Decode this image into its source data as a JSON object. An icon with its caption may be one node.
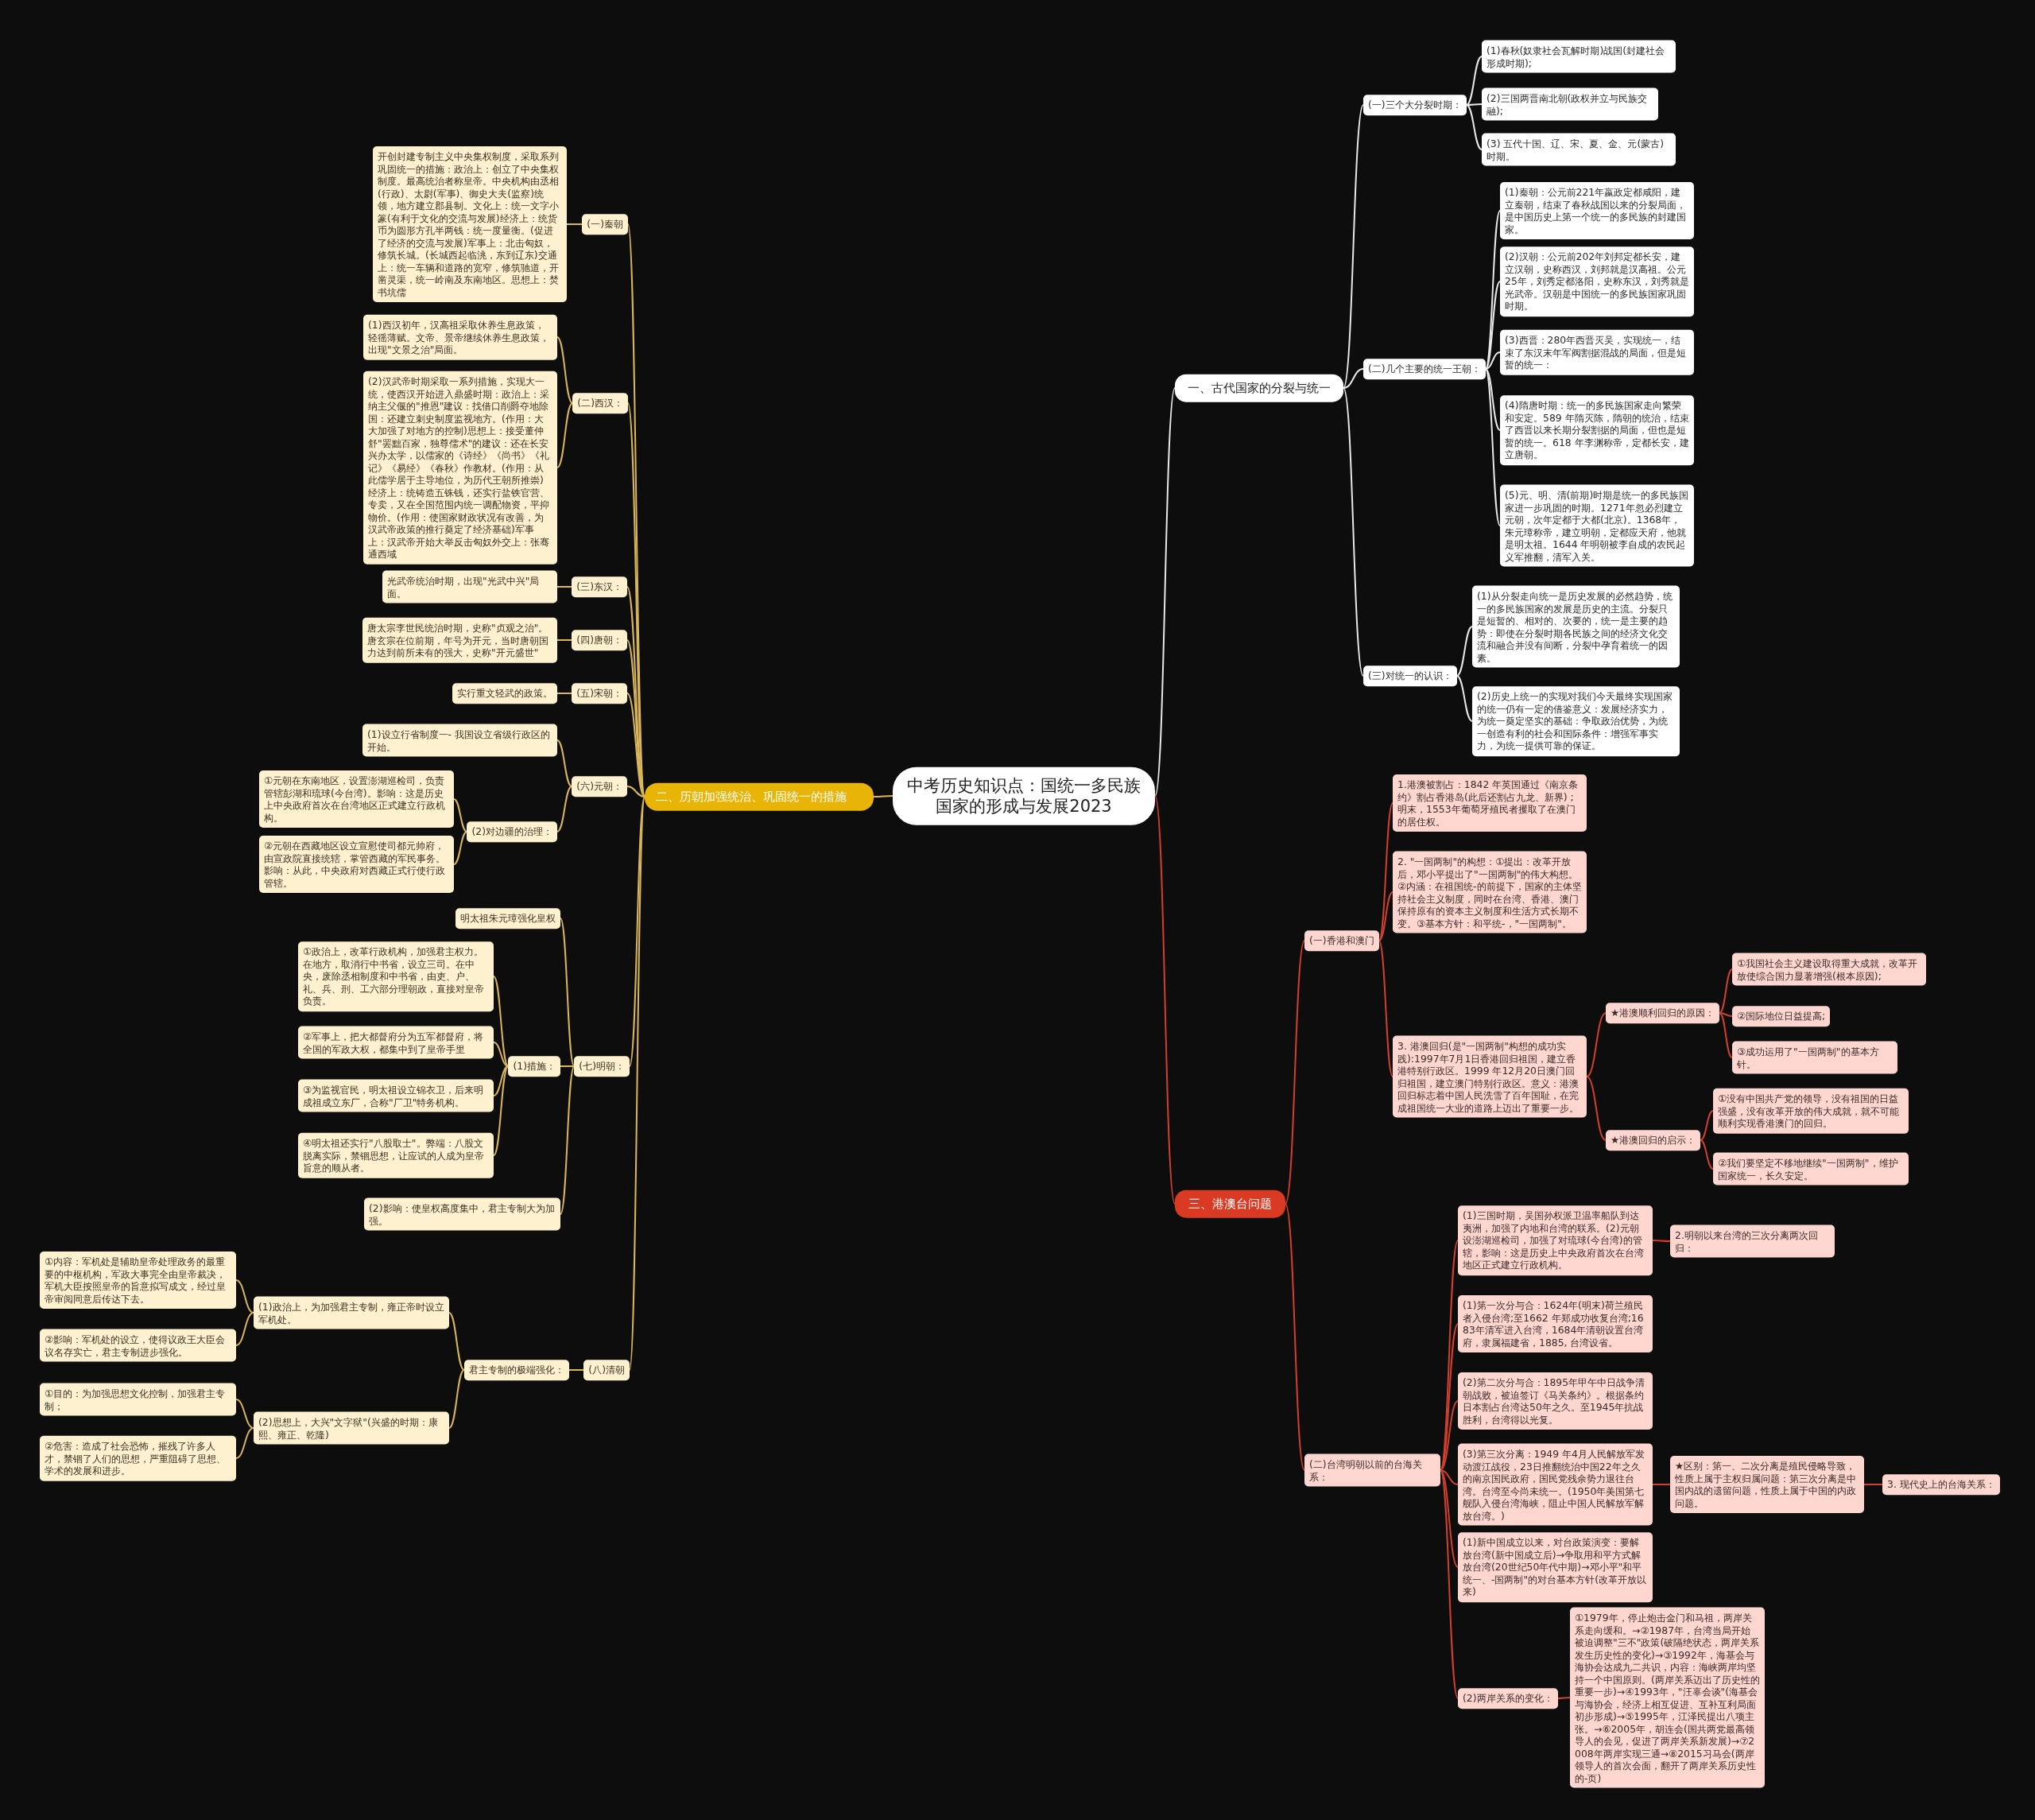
{
  "diagram": {
    "nodes": [
      {
        "text": [
          "中考历史知识点：国统一多民族国家的形成与发展2023"
        ]
      },
      {
        "text": [
          "一、古代国家的分裂与统一"
        ]
      },
      {
        "text": [
          "二、历朝加强统治、巩固统一的措施"
        ]
      },
      {
        "text": [
          "三、港澳台问题"
        ]
      },
      {
        "text": [
          "(一)三个大分裂时期："
        ]
      },
      {
        "text": [
          "(1)春秋(奴隶社会瓦解时期)战国(封建社会形成时期);"
        ]
      },
      {
        "text": [
          "(2)三国两晋南北朝(政权并立与民族交融);"
        ]
      },
      {
        "text": [
          "(3) 五代十国、辽、宋、夏、金、元(蒙古)时期。"
        ]
      },
      {
        "text": [
          "(二)几个主要的统一王朝："
        ]
      },
      {
        "text": [
          "(1)秦朝：公元前221年嬴政定都咸阳，建立秦朝，结束了春秋战国以来的分裂局面，是中国历史上第一个统一的多民族的封建国家。"
        ]
      },
      {
        "text": [
          "(2)汉朝：公元前202年刘邦定都长安，建立汉朝，史称西汉，刘邦就是汉高祖。公元25年，刘秀定都洛阳，史称东汉，刘秀就是光武帝。汉朝是中国统一的多民族国家巩固时期。"
        ]
      },
      {
        "text": [
          "(3)西晋：280年西晋灭吴，实现统一，结束了东汉末年军阀割据混战的局面，但是短暂的统一："
        ]
      },
      {
        "text": [
          "(4)隋唐时期：统一的多民族国家走向繁荣和安定。589 年隋灭陈，隋朝的统治，结束了西晋以来长期分裂割据的局面，但也是短暂的统一。618 年李渊称帝，定都长安，建立唐朝。"
        ]
      },
      {
        "text": [
          "(5)元、明、清(前期)时期是统一的多民族国家进一步巩固的时期。1271年忽必烈建立元朝，次年定都于大都(北京)。1368年，朱元璋称帝，建立明朝，定都应天府，他就是明太祖。1644 年明朝被李自成的农民起义军推翻，清军入关。"
        ]
      },
      {
        "text": [
          "(三)对统一的认识："
        ]
      },
      {
        "text": [
          "(1)从分裂走向统一是历史发展的必然趋势，统一的多民族国家的发展是历史的主流。分裂只是短暂的、相对的、次要的，统一是主要的趋势：即使在分裂时期各民族之间的经济文化交流和融合并没有间断，分裂中孕育着统一的因素。"
        ]
      },
      {
        "text": [
          "(2)历史上统一的实现对我们今天最终实现国家的统一仍有一定的借鉴意义：发展经济实力，为统一奠定坚实的基础：争取政治优势，为统一创造有利的社会和国际条件：增强军事实力，为统一提供可靠的保证。"
        ]
      },
      {
        "text": [
          "(一)秦朝"
        ]
      },
      {
        "text": [
          "开创封建专制主义中央集权制度，采取系列巩固统一的措施：政治上：创立了中央集权制度。最高统治者称皇帝。中央机构由丞相(行政)、太尉(军事)、御史大夫(监察)统领，地方建立郡县制。文化上：统一文字小篆(有利于文化的交流与发展)经济上：统货币为圆形方孔半两钱：统一度量衡。(促进了经济的交流与发展)军事上：北击匈奴，修筑长城。(长城西起临洮，东到辽东)交通上：统一车辆和道路的宽窄，修筑驰道，开凿灵渠，统一岭南及东南地区。思想上：焚书坑儒"
        ]
      },
      {
        "text": [
          "(二)西汉："
        ]
      },
      {
        "text": [
          "(1)西汉初年，汉高祖采取休养生息政策，轻徭薄赋。文帝、景帝继续休养生息政策，出现\"文景之治\"局面。"
        ]
      },
      {
        "text": [
          "(2)汉武帝时期采取一系列措施，实现大一统，使西汉开始进入鼎盛时期：政治上：采纳主父偃的\"推恩\"建议：找借口削爵夺地除国：还建立刺史制度监视地方。(作用：大大加强了对地方的控制)思想上：接受董仲舒\"罢黜百家，独尊儒术\"的建议：还在长安兴办太学，以儒家的《诗经》《尚书》《礼记》《易经》《春秋》作教材。(作用：从此儒学居于主导地位，为历代王朝所推崇)经济上：统铸造五铢钱，还实行盐铁官营、专卖，又在全国范围内统一调配物资，平抑物价。(作用：使国家财政状况有改善，为汉武帝政策的推行奠定了经济基础)军事上：汉武帝开始大举反击匈奴外交上：张骞通西域"
        ]
      },
      {
        "text": [
          "(三)东汉："
        ]
      },
      {
        "text": [
          "光武帝统治时期，出现\"光武中兴\"局面。"
        ]
      },
      {
        "text": [
          "(四)唐朝："
        ]
      },
      {
        "text": [
          "唐太宗李世民统治时期，史称\"贞观之治\"。唐玄宗在位前期，年号为开元，当时唐朝国力达到前所未有的强大，史称\"开元盛世\""
        ]
      },
      {
        "text": [
          "(五)宋朝："
        ]
      },
      {
        "text": [
          "实行重文轻武的政策。"
        ]
      },
      {
        "text": [
          "(六)元朝："
        ]
      },
      {
        "text": [
          "(1)设立行省制度一- 我国设立省级行政区的开始。"
        ]
      },
      {
        "text": [
          "(2)对边疆的治理："
        ]
      },
      {
        "text": [
          "①元朝在东南地区，设置澎湖巡检司，负责管辖彭湖和琉球(今台湾)。影响：这是历史上中央政府首次在台湾地区正式建立行政机构。"
        ]
      },
      {
        "text": [
          "②元朝在西藏地区设立宣慰使司都元帅府，由宣政院直接统辖，掌管西藏的军民事务。影响：从此，中央政府对西藏正式行使行政管辖。"
        ]
      },
      {
        "text": [
          "(七)明朝："
        ]
      },
      {
        "text": [
          "明太祖朱元璋强化皇权"
        ]
      },
      {
        "text": [
          "(1)措施："
        ]
      },
      {
        "text": [
          "①政治上，改革行政机构，加强君主权力。在地方，取消行中书省，设立三司。在中央，废除丞相制度和中书省，由吏、户、礼、兵、刑、工六部分理朝政，直接对皇帝负责。"
        ]
      },
      {
        "text": [
          "②军事上，把大都督府分为五军都督府，将全国的军政大权，都集中到了皇帝手里"
        ]
      },
      {
        "text": [
          "③为监视官民，明太祖设立锦衣卫，后来明成祖成立东厂，合称\"厂卫\"特务机构。"
        ]
      },
      {
        "text": [
          "④明太祖还实行\"八股取士\"。弊端：八股文脱离实际，禁锢思想，让应试的人成为皇帝旨意的顺从者。"
        ]
      },
      {
        "text": [
          "(2)影响：使皇权高度集中，君主专制大为加强。"
        ]
      },
      {
        "text": [
          "(八)清朝"
        ]
      },
      {
        "text": [
          "君主专制的极端强化："
        ]
      },
      {
        "text": [
          "(1)政治上，为加强君主专制，雍正帝时设立军机处。"
        ]
      },
      {
        "text": [
          "①内容：军机处是辅助皇帝处理政务的最重要的中枢机构，军政大事完全由皇帝裁决，军机大臣按照皇帝的旨意拟写成文，经过皇帝审阅同意后传达下去。"
        ]
      },
      {
        "text": [
          "②影响：军机处的设立，使得议政王大臣会议名存实亡，君主专制进步强化。"
        ]
      },
      {
        "text": [
          "(2)思想上，大兴\"文字狱\"(兴盛的时期：康熙、雍正、乾隆)"
        ]
      },
      {
        "text": [
          "①目的：为加强思想文化控制，加强君主专制；"
        ]
      },
      {
        "text": [
          "②危害：造成了社会恐怖，摧残了许多人才，禁锢了人们的思想，严重阻碍了思想、学术的发展和进步。"
        ]
      },
      {
        "text": [
          "(一)香港和澳门"
        ]
      },
      {
        "text": [
          "1.港澳被割占：1842 年英国通过《南京条约》割占香港岛(此后还割占九龙、新界) ;明末，1553年葡萄牙殖民者攫取了在澳门的居住权。"
        ]
      },
      {
        "text": [
          "2. \"一国两制\"的构想：①提出：改革开放后，邓小平提出了\"一国两制\"的伟大构想。②内涵：在祖国统-的前提下，国家的主体坚持社会主义制度，同时在台湾、香港、澳门保持原有的资本主义制度和生活方式长期不变。③基本方针：和平统-，\"一国两制\"。"
        ]
      },
      {
        "text": [
          "3. 港澳回归(是\"一国两制\"构想的成功实践):1997年7月1日香港回归祖国，建立香港特别行政区。1999 年12月20日澳门回归祖国，建立澳门特别行政区。意义：港澳回归标志着中国人民洗雪了百年国耻，在完成祖国统一大业的道路上迈出了重要一步。"
        ]
      },
      {
        "text": [
          "★港澳顺利回归的原因："
        ]
      },
      {
        "text": [
          "①我国社会主义建设取得重大成就，改革开放使综合国力显著增强(根本原因);"
        ]
      },
      {
        "text": [
          "②国际地位日益提高;"
        ]
      },
      {
        "text": [
          "③成功运用了\"一国两制\"的基本方针。"
        ]
      },
      {
        "text": [
          "★港澳回归的启示："
        ]
      },
      {
        "text": [
          "①没有中国共产党的领导，没有祖国的日益强盛，没有改革开放的伟大成就，就不可能顺利实现香港澳门的回归。"
        ]
      },
      {
        "text": [
          "②我们要坚定不移地继续\"一国两制\"，维护国家统一，长久安定。"
        ]
      },
      {
        "text": [
          "(二)台湾明朝以前的台海关系："
        ]
      },
      {
        "text": [
          "(1)三国时期，吴国孙权派卫温率船队到达夷洲，加强了内地和台湾的联系。(2)元朝设澎湖巡检司，加强了对琉球(今台湾)的管辖，影响：这是历史上中央政府首次在台湾地区正式建立行政机构。"
        ]
      },
      {
        "text": [
          "2.明朝以来台湾的三次分离两次回归："
        ]
      },
      {
        "text": [
          "(1)第一次分与合：1624年(明末)荷兰殖民者入侵台湾;至1662 年郑成功收复台湾;1683年清军进入台湾，1684年清朝设置台湾府，隶属福建省，1885, 台湾设省。"
        ]
      },
      {
        "text": [
          "(2)第二次分与合：1895年甲午中日战争清朝战败，被迫签订《马关条约》。根据条约日本割占台湾达50年之久。至1945年抗战胜利，台湾得以光复。"
        ]
      },
      {
        "text": [
          "(3)第三次分离：1949 年4月人民解放军发动渡江战役，23日推翻统治中国22年之久的南京国民政府，国民党残余势力退往台湾。台湾至今尚未统一。(1950年美国第七舰队入侵台湾海峡，阻止中国人民解放军解放台湾。)"
        ]
      },
      {
        "text": [
          "★区别：第一、二次分离是殖民侵略导致，性质上属于主权归属问题：第三次分离是中国内战的遗留问题，性质上属于中国的内政问题。"
        ]
      },
      {
        "text": [
          "3. 现代史上的台海关系："
        ]
      },
      {
        "text": [
          "(1)新中国成立以来，对台政策演变：要解放台湾(新中国成立后)→争取用和平方式解放台湾(20世纪50年代中期)→邓小平\"和平统一、-国两制\"的对台基本方针(改革开放以来)"
        ]
      },
      {
        "text": [
          "(2)两岸关系的变化："
        ]
      },
      {
        "text": [
          "①1979年，停止炮击金门和马祖，两岸关系走向缓和。→②1987年，台湾当局开始被迫调整\"三不\"政策(破隔绝状态，两岸关系发生历史性的变化)→③1992年，海基会与海协会达成九二共识，内容：海峡两岸均坚持一个中国原则。(两岸关系迈出了历史性的重要一步)→④1993年，\"汪辜会谈\"(海基会与海协会，经济上相互促进、互补互利局面初步形成)→⑤1995年，江泽民提出八项主张。→⑥2005年，胡连会(国共两党最高领导人的会见，促进了两岸关系新发展)→⑦2008年两岸实现三通→⑧2015习马会(两岸领导人的首次会面，翻开了两岸关系历史性的-页)"
        ]
      }
    ],
    "edges": [
      {
        "from": 0,
        "to": 1,
        "arrow": "none",
        "color": "#e8e8e8"
      },
      {
        "from": 0,
        "to": 2,
        "arrow": "none"
      },
      {
        "from": 0,
        "to": 3,
        "arrow": "none",
        "color": "#d0402c"
      },
      {
        "from": 1,
        "to": 4,
        "arrow": "none",
        "color": "#e8e8e8"
      },
      {
        "from": 1,
        "to": 8,
        "arrow": "none",
        "color": "#e8e8e8"
      },
      {
        "from": 1,
        "to": 14,
        "arrow": "none",
        "color": "#e8e8e8"
      },
      {
        "from": 4,
        "to": 5,
        "arrow": "none",
        "color": "#e8e8e8"
      },
      {
        "from": 4,
        "to": 6,
        "arrow": "none",
        "color": "#e8e8e8"
      },
      {
        "from": 4,
        "to": 7,
        "arrow": "none",
        "color": "#e8e8e8"
      },
      {
        "from": 8,
        "to": 9,
        "arrow": "none",
        "color": "#e8e8e8"
      },
      {
        "from": 8,
        "to": 10,
        "arrow": "none",
        "color": "#e8e8e8"
      },
      {
        "from": 8,
        "to": 11,
        "arrow": "none",
        "color": "#e8e8e8"
      },
      {
        "from": 8,
        "to": 12,
        "arrow": "none",
        "color": "#e8e8e8"
      },
      {
        "from": 8,
        "to": 13,
        "arrow": "none",
        "color": "#e8e8e8"
      },
      {
        "from": 14,
        "to": 15,
        "arrow": "none",
        "color": "#e8e8e8"
      },
      {
        "from": 14,
        "to": 16,
        "arrow": "none",
        "color": "#e8e8e8"
      },
      {
        "from": 2,
        "to": 17,
        "arrow": "none"
      },
      {
        "from": 2,
        "to": 19,
        "arrow": "none"
      },
      {
        "from": 2,
        "to": 22,
        "arrow": "none"
      },
      {
        "from": 2,
        "to": 24,
        "arrow": "none"
      },
      {
        "from": 2,
        "to": 26,
        "arrow": "none"
      },
      {
        "from": 2,
        "to": 28,
        "arrow": "none"
      },
      {
        "from": 2,
        "to": 33,
        "arrow": "none"
      },
      {
        "from": 2,
        "to": 41,
        "arrow": "none"
      },
      {
        "from": 17,
        "to": 18,
        "arrow": "none"
      },
      {
        "from": 19,
        "to": 20,
        "arrow": "none"
      },
      {
        "from": 19,
        "to": 21,
        "arrow": "none"
      },
      {
        "from": 22,
        "to": 23,
        "arrow": "none"
      },
      {
        "from": 24,
        "to": 25,
        "arrow": "none"
      },
      {
        "from": 26,
        "to": 27,
        "arrow": "none"
      },
      {
        "from": 28,
        "to": 29,
        "arrow": "none"
      },
      {
        "from": 28,
        "to": 30,
        "arrow": "none"
      },
      {
        "from": 30,
        "to": 31,
        "arrow": "none"
      },
      {
        "from": 30,
        "to": 32,
        "arrow": "none"
      },
      {
        "from": 33,
        "to": 34,
        "arrow": "none"
      },
      {
        "from": 33,
        "to": 35,
        "arrow": "none"
      },
      {
        "from": 33,
        "to": 40,
        "arrow": "none"
      },
      {
        "from": 35,
        "to": 36,
        "arrow": "none"
      },
      {
        "from": 35,
        "to": 37,
        "arrow": "none"
      },
      {
        "from": 35,
        "to": 38,
        "arrow": "none"
      },
      {
        "from": 35,
        "to": 39,
        "arrow": "none"
      },
      {
        "from": 41,
        "to": 42,
        "arrow": "none"
      },
      {
        "from": 42,
        "to": 43,
        "arrow": "none"
      },
      {
        "from": 42,
        "to": 46,
        "arrow": "none"
      },
      {
        "from": 43,
        "to": 44,
        "arrow": "none"
      },
      {
        "from": 43,
        "to": 45,
        "arrow": "none"
      },
      {
        "from": 46,
        "to": 47,
        "arrow": "none"
      },
      {
        "from": 46,
        "to": 48,
        "arrow": "none"
      },
      {
        "from": 3,
        "to": 49,
        "arrow": "none",
        "color": "#d0402c"
      },
      {
        "from": 3,
        "to": 60,
        "arrow": "none",
        "color": "#d0402c"
      },
      {
        "from": 49,
        "to": 50,
        "arrow": "none",
        "color": "#d0402c"
      },
      {
        "from": 49,
        "to": 51,
        "arrow": "none",
        "color": "#d0402c"
      },
      {
        "from": 49,
        "to": 52,
        "arrow": "none",
        "color": "#d0402c"
      },
      {
        "from": 52,
        "to": 53,
        "arrow": "none",
        "color": "#d0402c"
      },
      {
        "from": 52,
        "to": 57,
        "arrow": "none",
        "color": "#d0402c"
      },
      {
        "from": 53,
        "to": 54,
        "arrow": "none",
        "color": "#d0402c"
      },
      {
        "from": 53,
        "to": 55,
        "arrow": "none",
        "color": "#d0402c"
      },
      {
        "from": 53,
        "to": 56,
        "arrow": "none",
        "color": "#d0402c"
      },
      {
        "from": 57,
        "to": 58,
        "arrow": "none",
        "color": "#d0402c"
      },
      {
        "from": 57,
        "to": 59,
        "arrow": "none",
        "color": "#d0402c"
      },
      {
        "from": 60,
        "to": 61,
        "arrow": "none",
        "color": "#d0402c"
      },
      {
        "from": 60,
        "to": 63,
        "arrow": "none",
        "color": "#d0402c"
      },
      {
        "from": 60,
        "to": 64,
        "arrow": "none",
        "color": "#d0402c"
      },
      {
        "from": 60,
        "to": 65,
        "arrow": "none",
        "color": "#d0402c"
      },
      {
        "from": 60,
        "to": 68,
        "arrow": "none",
        "color": "#d0402c"
      },
      {
        "from": 60,
        "to": 69,
        "arrow": "none",
        "color": "#d0402c"
      },
      {
        "from": 61,
        "to": 62,
        "arrow": "none",
        "color": "#d0402c"
      },
      {
        "from": 65,
        "to": 66,
        "arrow": "none",
        "color": "#d0402c"
      },
      {
        "from": 66,
        "to": 67,
        "arrow": "none",
        "color": "#d0402c"
      },
      {
        "from": 69,
        "to": 70,
        "arrow": "none",
        "color": "#d0402c"
      }
    ]
  }
}
